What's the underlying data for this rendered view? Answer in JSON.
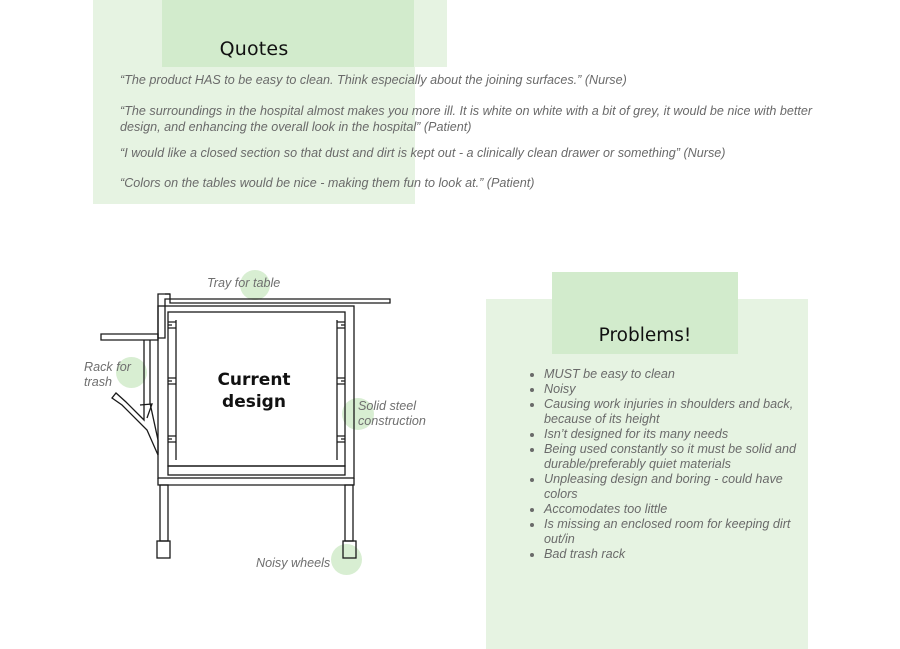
{
  "quotes": {
    "title": "Quotes",
    "items": [
      "“The product HAS to be easy to clean. Think especially about the joining surfaces.” (Nurse)",
      "“The surroundings in the hospital almost makes you more ill. It is white on white with a bit of grey, it would be nice with better design, and enhancing the overall look in the hospital” (Patient)",
      "“I would like a closed section so that dust and dirt is kept out - a clinically clean drawer or something” (Nurse)",
      "“Colors on the tables would be nice - making them fun to look at.” (Patient)"
    ]
  },
  "diagram": {
    "center_label": "Current\ndesign",
    "labels": {
      "tray": "Tray for table",
      "rack": "Rack for\ntrash",
      "steel": "Solid steel\nconstruction",
      "wheels": "Noisy wheels"
    }
  },
  "problems": {
    "title": "Problems!",
    "items": [
      "MUST be easy to clean",
      "Noisy",
      "Causing work injuries in shoulders and back, because of its height",
      "Isn’t designed for its many needs",
      "Being used constantly so it must be solid and durable/preferably quiet materials",
      "Unpleasing design and boring - could have colors",
      "Accomodates too little",
      "Is missing an enclosed room for keeping dirt out/in",
      "Bad trash rack"
    ]
  },
  "colors": {
    "light_green": "#e6f3e2",
    "mid_green": "#d2ebcc",
    "line": "#1a1a1a",
    "text": "#6a6a6a"
  }
}
